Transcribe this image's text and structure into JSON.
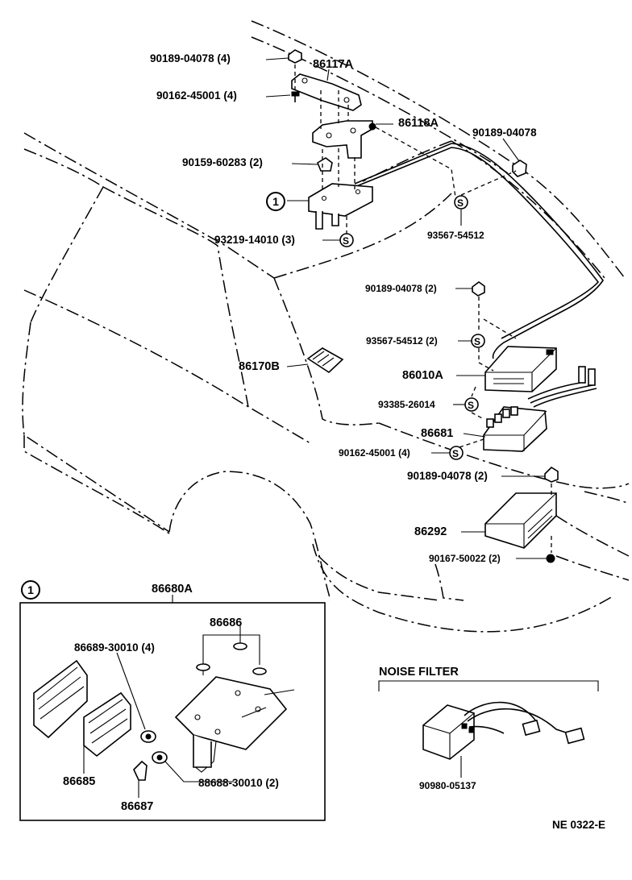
{
  "labels": {
    "p90189_04078_4": "90189-04078 (4)",
    "p86117A": "86117A",
    "p90162_45001_4": "90162-45001 (4)",
    "p86118A": "86118A",
    "p90189_04078_top": "90189-04078",
    "p90159_60283_2": "90159-60283 (2)",
    "callout_1": "1",
    "p93219_14010_3": "93219-14010 (3)",
    "p93567_54512": "93567-54512",
    "p90189_04078_2a": "90189-04078 (2)",
    "p93567_54512_2": "93567-54512 (2)",
    "p86170B": "86170B",
    "p86010A": "86010A",
    "p93385_26014": "93385-26014",
    "p86681": "86681",
    "p90162_45001_4b": "90162-45001 (4)",
    "p90189_04078_2b": "90189-04078 (2)",
    "p86292": "86292",
    "p90167_50022_2": "90167-50022 (2)",
    "p86680A": "86680A",
    "p86686": "86686",
    "p86689_30010_4": "86689-30010 (4)",
    "p86685": "86685",
    "p88688_30010_2": "88688-30010 (2)",
    "p86687": "86687",
    "noise_filter_title": "NOISE FILTER",
    "p90980_05137": "90980-05137",
    "drawing_code": "NE 0322-E"
  }
}
